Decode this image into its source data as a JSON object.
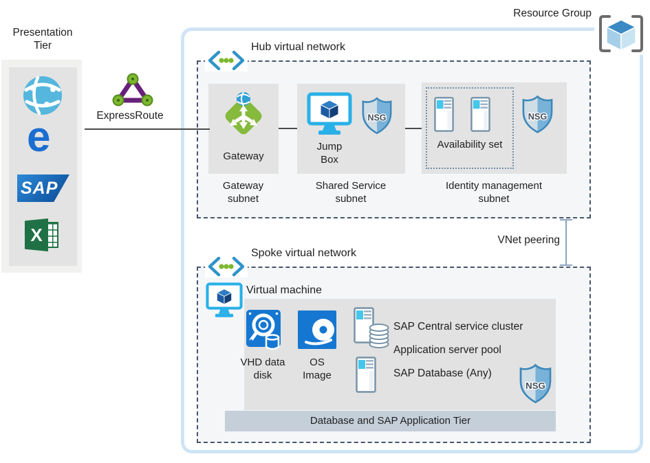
{
  "resource_group": {
    "label": "Resource Group"
  },
  "presentation_tier": {
    "title": "Presentation Tier",
    "icons": [
      {
        "name": "web-browser-globe-icon"
      },
      {
        "name": "edge-browser-icon",
        "glyph": "e"
      },
      {
        "name": "sap-logo-icon",
        "text": "SAP"
      },
      {
        "name": "excel-icon",
        "text": "X"
      }
    ]
  },
  "expressroute": {
    "label": "ExpressRoute"
  },
  "hub_vnet": {
    "title": "Hub virtual network",
    "gateway_subnet": {
      "item_label": "Gateway",
      "subnet_label": "Gateway subnet"
    },
    "shared_service_subnet": {
      "item_label": "Jump Box",
      "nsg_label": "NSG",
      "subnet_label": "Shared Service subnet"
    },
    "identity_subnet": {
      "availability_label": "Availability set",
      "nsg_label": "NSG",
      "subnet_label": "Identity management subnet"
    }
  },
  "vnet_peering": {
    "label": "VNet peering"
  },
  "spoke_vnet": {
    "title": "Spoke virtual network",
    "vm_label": "Virtual machine",
    "vhd_label": "VHD data disk",
    "os_label": "OS Image",
    "services": [
      "SAP Central service cluster",
      "Application server pool",
      "SAP Database (Any)"
    ],
    "nsg_label": "NSG",
    "tier_label": "Database and SAP Application Tier"
  },
  "colors": {
    "azure_blue": "#1577d1",
    "monitor_cyan": "#29b0e8",
    "vnet_bracket_blue": "#3094c8",
    "dot_green": "#7cb82f",
    "gateway_green": "#85ba3c",
    "expressroute_purple": "#68217a",
    "shield_blue": "#74aed4",
    "resource_group_border": "#cfe4f5",
    "dashed_border": "#46566b",
    "subnet_gray": "#e3e3e3",
    "tier_bar_gray": "#c5cfda",
    "server_outline": "#7693a8"
  }
}
